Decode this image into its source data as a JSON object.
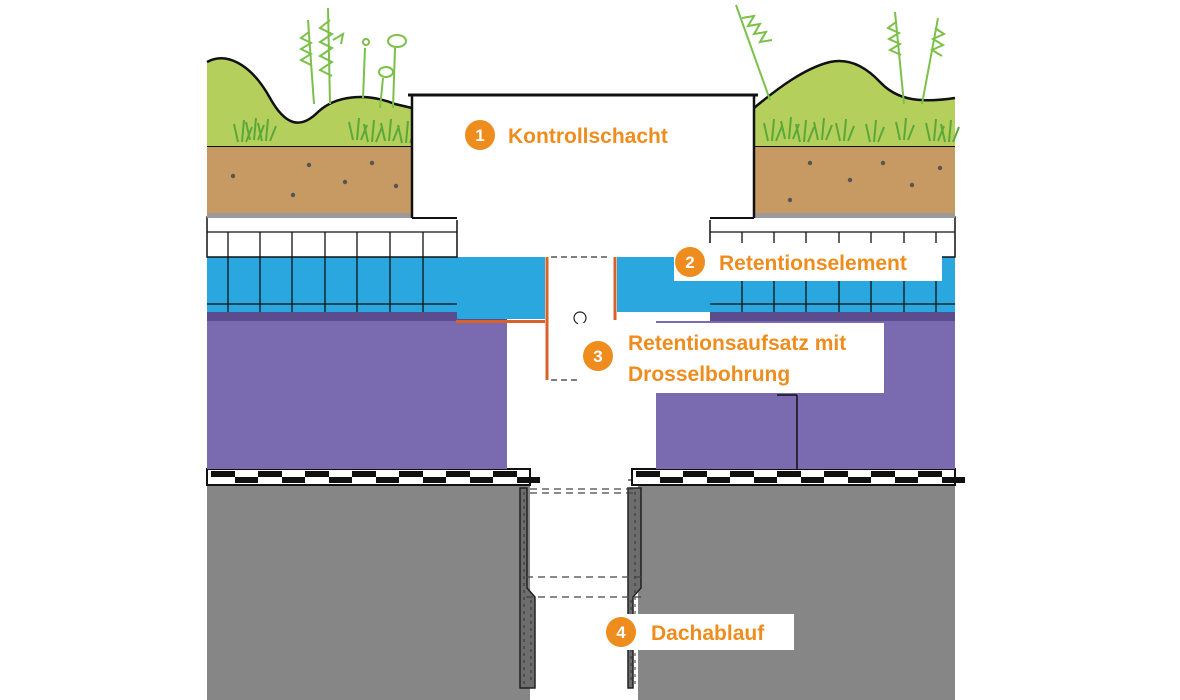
{
  "callouts": [
    {
      "number": "1",
      "label_lines": [
        "Kontrollschacht"
      ]
    },
    {
      "number": "2",
      "label_lines": [
        "Retentionselement"
      ]
    },
    {
      "number": "3",
      "label_lines": [
        "Retentionsaufsatz mit",
        "Drosselbohrung"
      ]
    },
    {
      "number": "4",
      "label_lines": [
        "Dachablauf"
      ]
    }
  ],
  "colors": {
    "accent": "#ef8c1e",
    "vegetation": "#b5cf5c",
    "soil": "#c79a64",
    "water": "#2aa7de",
    "insulation": "#7a6bb0",
    "concrete": "#858585"
  }
}
